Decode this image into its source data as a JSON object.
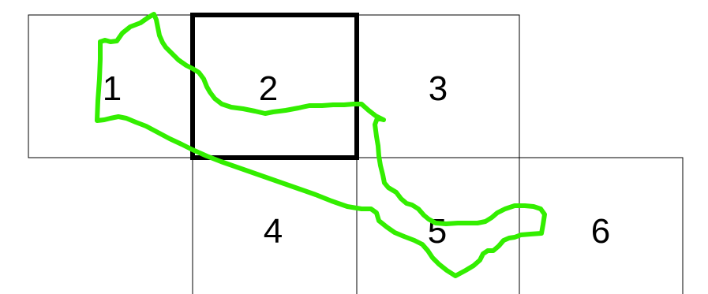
{
  "grid": {
    "cells": [
      {
        "label": "1",
        "selected": false
      },
      {
        "label": "2",
        "selected": true
      },
      {
        "label": "3",
        "selected": false
      },
      {
        "label": "4",
        "selected": false
      },
      {
        "label": "5",
        "selected": false
      },
      {
        "label": "6",
        "selected": false
      }
    ]
  },
  "colors": {
    "grid_line": "#000000",
    "selection_outline": "#000000",
    "region_outline": "#33ee00",
    "background": "#ffffff"
  }
}
